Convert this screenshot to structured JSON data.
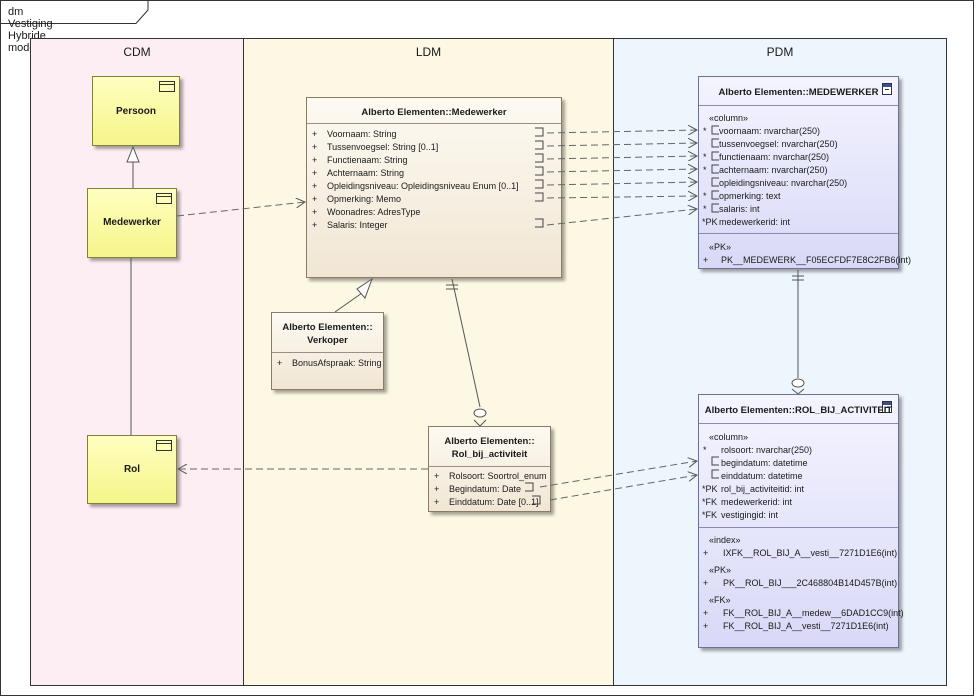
{
  "diagram_title": "dm Vestiging Hybride model",
  "lanes": {
    "cdm": "CDM",
    "ldm": "LDM",
    "pdm": "PDM"
  },
  "persoon": "Persoon",
  "medewerker": "Medewerker",
  "rol": "Rol",
  "ldm_medewerker": {
    "title": "Alberto Elementen::Medewerker",
    "attributes": [
      {
        "vis": "+",
        "text": "Voornaam: String"
      },
      {
        "vis": "+",
        "text": "Tussenvoegsel: String [0..1]"
      },
      {
        "vis": "+",
        "text": "Functienaam: String"
      },
      {
        "vis": "+",
        "text": "Achternaam: String"
      },
      {
        "vis": "+",
        "text": "Opleidingsniveau: Opleidingsniveau Enum [0..1]"
      },
      {
        "vis": "+",
        "text": "Opmerking: Memo"
      },
      {
        "vis": "+",
        "text": "Woonadres: AdresType"
      },
      {
        "vis": "+",
        "text": "Salaris: Integer"
      }
    ]
  },
  "verkoper": {
    "title_line1": "Alberto Elementen::",
    "title_line2": "Verkoper",
    "attributes": [
      {
        "vis": "+",
        "text": "BonusAfspraak: String"
      }
    ]
  },
  "rol_bij": {
    "title_line1": "Alberto Elementen::",
    "title_line2": "Rol_bij_activiteit",
    "attributes": [
      {
        "vis": "+",
        "text": "Rolsoort: Soortrol_enum"
      },
      {
        "vis": "+",
        "text": "Begindatum: Date"
      },
      {
        "vis": "+",
        "text": "Einddatum: Date [0..1]"
      }
    ]
  },
  "pdm_medewerker": {
    "title": "Alberto Elementen::MEDEWERKER",
    "column_stereo": "«column»",
    "columns": [
      {
        "mark": "*",
        "text": "voornaam: nvarchar(250)"
      },
      {
        "mark": "",
        "text": "tussenvoegsel: nvarchar(250)"
      },
      {
        "mark": "*",
        "text": "functienaam: nvarchar(250)"
      },
      {
        "mark": "*",
        "text": "achternaam: nvarchar(250)"
      },
      {
        "mark": "",
        "text": "opleidingsniveau: nvarchar(250)"
      },
      {
        "mark": "*",
        "text": "opmerking: text"
      },
      {
        "mark": "*",
        "text": "salaris: int"
      },
      {
        "mark": "*PK",
        "text": "medewerkerid: int"
      }
    ],
    "pk_stereo": "«PK»",
    "pk": [
      {
        "vis": "+",
        "text": "PK__MEDEWERK__F05ECFDF7E8C2FB6(int)"
      }
    ]
  },
  "pdm_rol": {
    "title": "Alberto Elementen::ROL_BIJ_ACTIVITEIT",
    "column_stereo": "«column»",
    "columns": [
      {
        "mark": "*",
        "text": "rolsoort: nvarchar(250)"
      },
      {
        "mark": "",
        "text": "begindatum: datetime"
      },
      {
        "mark": "",
        "text": "einddatum: datetime"
      },
      {
        "mark": "*PK",
        "text": "rol_bij_activiteitid: int"
      },
      {
        "mark": "*FK",
        "text": "medewerkerid: int"
      },
      {
        "mark": "*FK",
        "text": "vestigingid: int"
      }
    ],
    "index_stereo": "«index»",
    "index": [
      {
        "vis": "+",
        "text": "IXFK__ROL_BIJ_A__vesti__7271D1E6(int)"
      }
    ],
    "pk_stereo": "«PK»",
    "pk": [
      {
        "vis": "+",
        "text": "PK__ROL_BIJ___2C468804B14D457B(int)"
      }
    ],
    "fk_stereo": "«FK»",
    "fk": [
      {
        "vis": "+",
        "text": "FK__ROL_BIJ_A__medew__6DAD1CC9(int)"
      },
      {
        "vis": "+",
        "text": "FK__ROL_BIJ_A__vesti__7271D1E6(int)"
      }
    ]
  },
  "colors": {
    "cdm_lane": "#fdeef3",
    "ldm_lane": "#fdf8e3",
    "pdm_lane": "#edf5fd",
    "yellow_node": "#f7f79a",
    "class_node": "#f5ecdf",
    "table_node": "#e2e2f8"
  },
  "icons": [
    "package-icon",
    "table-icon"
  ]
}
